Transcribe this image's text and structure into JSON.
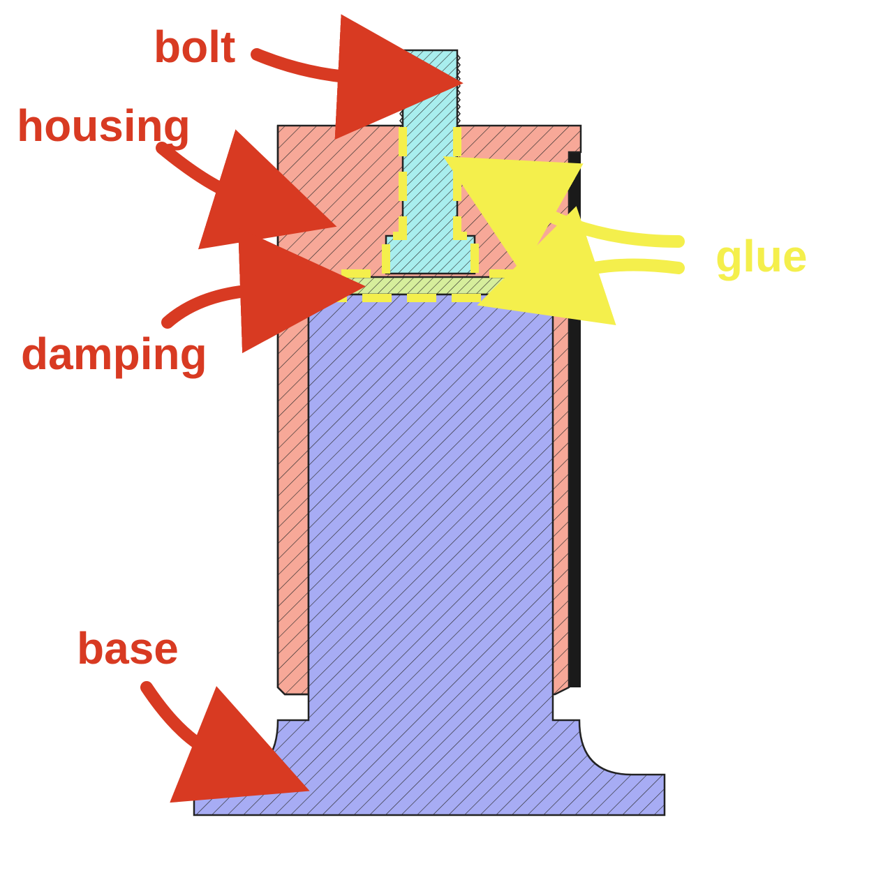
{
  "labels": {
    "bolt": "bolt",
    "housing": "housing",
    "damping": "damping",
    "base": "base",
    "glue": "glue"
  },
  "colors": {
    "label_red": "#d83a22",
    "glue_yellow": "#f4ef4c",
    "housing_fill": "#f7a898",
    "base_fill": "#a7acf4",
    "bolt_fill": "#a8eeee",
    "damping_fill": "#d6ee9c",
    "outline": "#222222",
    "shadow": "#1a1a1a"
  }
}
